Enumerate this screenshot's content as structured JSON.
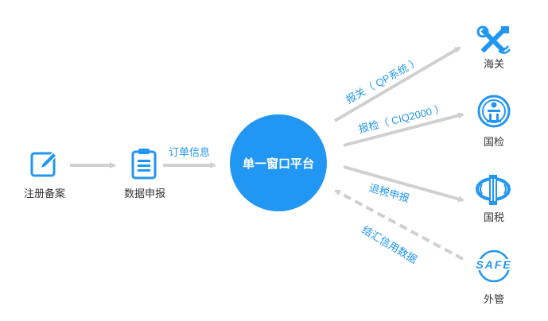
{
  "nodes": {
    "register": "注册备案",
    "declare": "数据申报",
    "hub": "单一窗口平台",
    "customs": "海关",
    "inspection": "国检",
    "tax": "国税",
    "forex": "外管",
    "safe_logo_text": "SAFE"
  },
  "edges": {
    "order_info": "订单信息",
    "customs_qp": "报关（ QP系统 ）",
    "inspection_ciq": "报检（ CIQ2000 ）",
    "tax_refund": "退税申报",
    "forex_settlement": "结汇信用数据"
  },
  "colors": {
    "accent": "#2196f3",
    "arrow": "#d0d0d0",
    "text": "#333333"
  }
}
